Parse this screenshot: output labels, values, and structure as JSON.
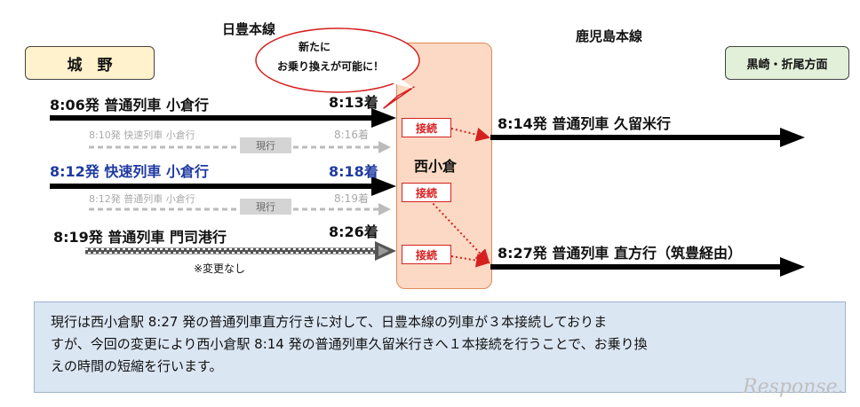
{
  "lines": {
    "nippo": "日豊本線",
    "kagoshima": "鹿児島本線"
  },
  "stations": {
    "origin": "城　野",
    "destination": "黒崎・折尾方面",
    "hub": "西小倉"
  },
  "callout": {
    "line1": "新たに",
    "line2": "お乗り換えが可能に！"
  },
  "trains": [
    {
      "dep": "8:06発 普通列車 小倉行",
      "arr": "8:13着",
      "style": "main"
    },
    {
      "dep": "8:10発 快速列車 小倉行",
      "arr": "8:16着",
      "style": "old",
      "badge": "現行"
    },
    {
      "dep": "8:12発 快速列車 小倉行",
      "arr": "8:18着",
      "style": "blue"
    },
    {
      "dep": "8:12発 普通列車 小倉行",
      "arr": "8:19着",
      "style": "old",
      "badge": "現行"
    },
    {
      "dep": "8:19発 普通列車 門司港行",
      "arr": "8:26着",
      "style": "main"
    }
  ],
  "no_change": "※変更なし",
  "connection_label": "接続",
  "outbound": [
    {
      "label": "8:14発 普通列車 久留米行"
    },
    {
      "label": "8:27発 普通列車 直方行（筑豊経由）"
    }
  ],
  "note": {
    "line1": "現行は西小倉駅 8:27 発の普通列車直方行きに対して、日豊本線の列車が３本接続しておりま",
    "line2": "すが、今回の変更により西小倉駅 8:14 発の普通列車久留米行きへ１本接続を行うことで、お乗り換",
    "line3": "えの時間の短縮を行います。"
  },
  "watermark": "Response.",
  "colors": {
    "highlight_blue": "#1f3aa0",
    "connection_red": "#d62020",
    "hub_fill": "#fbd9c4",
    "note_fill": "#dbe6f3",
    "origin_fill": "#fff2cc",
    "destination_fill": "#e2efd9"
  }
}
